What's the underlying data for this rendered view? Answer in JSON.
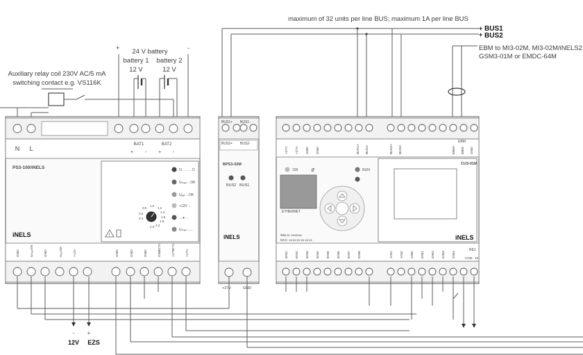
{
  "header": {
    "bus_note": "maximum of 32 units per line BUS; maximum 1A per line BUS",
    "bus1": "BUS1",
    "bus2": "BUS2",
    "plus1": "+",
    "plus2": "+"
  },
  "ebm_note": {
    "line1": "EBM to MI3-02M, MI3-02M/iNELS2,",
    "line2": "GSM3-01M or EMDC-64M"
  },
  "relay_note": {
    "line1": "Auxiliary relay coil 230V AC/5 mA",
    "line2": "switching contact e.g. VS116K"
  },
  "battery": {
    "plus": "+",
    "minus": "-",
    "title": "24 V battery",
    "b1": "battery 1",
    "b2": "battery 2",
    "v1": "12 V",
    "v2": "12 V"
  },
  "outputs": {
    "minus": "-",
    "plus": "+",
    "v12": "12V",
    "ezs": "EZS"
  },
  "ps": {
    "model": "PS3-100/iNELS",
    "brand": "iNELS",
    "n": "N",
    "l": "L",
    "bat1": "BAT1",
    "bat2": "BAT2",
    "top_pm1": "+",
    "top_pm2": "-",
    "top_pm3": "+",
    "top_pm4": "-",
    "leds": [
      "O→→←O",
      "Uₘₐᵢₙ→OK",
      "Uᵦₐₜ→OK",
      "+12V ↓",
      "←●→",
      "Uₘₐᵢₙ→←"
    ],
    "knob_scale": [
      "0.8",
      "1.0",
      "1.2",
      "1.4",
      "1.6",
      "1.8",
      "2.0",
      "2.2",
      "0.6",
      "0.4"
    ],
    "bottom_labels": [
      "GND",
      "UₘₐᵢₙOK",
      "GND",
      "UᵦₐₜOK",
      "+12V",
      "GND",
      "GND",
      "GND",
      "GND",
      "+27V",
      "+27V",
      "+27V",
      "+27V"
    ]
  },
  "bps": {
    "model": "BPS3-02M",
    "brand": "iNELS",
    "top": [
      "BUS1+",
      "BUS1-",
      "BUS2+",
      "BUS2-"
    ],
    "leds": [
      "BUS2",
      "BUS1"
    ],
    "bottom": [
      "+27V",
      "GND"
    ]
  },
  "cu": {
    "model": "CU3-01M",
    "brand": "iNELS",
    "top_labels": [
      "+27V",
      "+27V",
      "GND",
      "GND",
      "BUS1+",
      "BUS1-",
      "BUS2+",
      "BUS2-",
      "EBM+",
      "EBM-",
      "GND"
    ],
    "ebm": "EBM",
    "leds": [
      "100",
      "RUN"
    ],
    "screen_text": "ETHERNET",
    "inels_line": "iNELS: xxxxxxx",
    "mac_line": "MAC: xx:xx:xx:xx:xx:xx",
    "bottom_labels": [
      "EIN1",
      "EIN2",
      "EIN3",
      "EIN4",
      "EIN5",
      "EIN6",
      "EIN7",
      "EIN8",
      "AIN1",
      "AIN2",
      "GND",
      "DIN1",
      "DIN2",
      "DIN3",
      "DIN4"
    ],
    "re1": "RE1",
    "re_cont": [
      "COM",
      "18"
    ]
  }
}
